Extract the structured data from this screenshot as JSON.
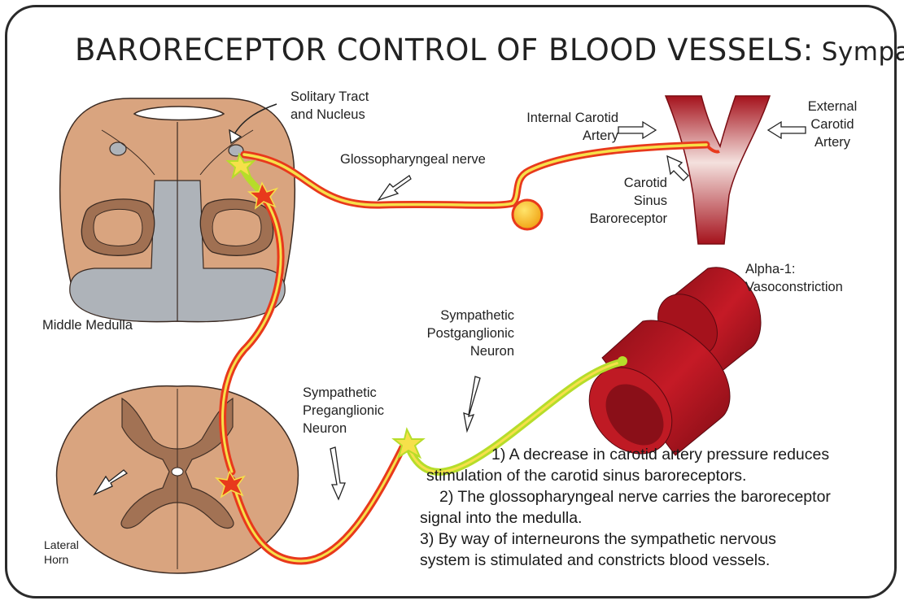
{
  "title": {
    "main": "BARORECEPTOR CONTROL OF BLOOD VESSELS:",
    "sub": "Sympathetic"
  },
  "labels": {
    "solitary_tract": [
      "Solitary Tract",
      "and Nucleus"
    ],
    "internal_carotid": [
      "Internal Carotid",
      "Artery"
    ],
    "external_carotid": [
      "External",
      "Carotid",
      "Artery"
    ],
    "glossopharyngeal": "Glossopharyngeal nerve",
    "carotid_sinus": [
      "Carotid",
      "Sinus",
      "Baroreceptor"
    ],
    "alpha1": [
      "Alpha-1:",
      "Vasoconstriction"
    ],
    "middle_medulla": "Middle Medulla",
    "postganglionic": [
      "Sympathetic",
      "Postganglionic",
      "Neuron"
    ],
    "preganglionic": [
      "Sympathetic",
      "Preganglionic",
      "Neuron"
    ],
    "lateral_horn": [
      "Lateral",
      "Horn"
    ]
  },
  "steps": [
    "1) A decrease in carotid artery pressure reduces",
    "stimulation of the carotid sinus baroreceptors.",
    "2) The glossopharyngeal nerve carries the baroreceptor",
    "signal into the medulla.",
    "3) By way of interneurons the sympathetic nervous",
    "system is stimulated and constricts blood vessels."
  ],
  "colors": {
    "tissue": "#d9a47f",
    "tissue_edge": "#3a2a22",
    "gray_matter": "#aeb3b9",
    "nerve_red": "#e8391c",
    "nerve_yellow": "#f6e04a",
    "nerve_green": "#b6dd2a",
    "vessel_dark": "#a5121c",
    "vessel_light": "#e8d2cf",
    "ganglion": "#f7b618"
  }
}
